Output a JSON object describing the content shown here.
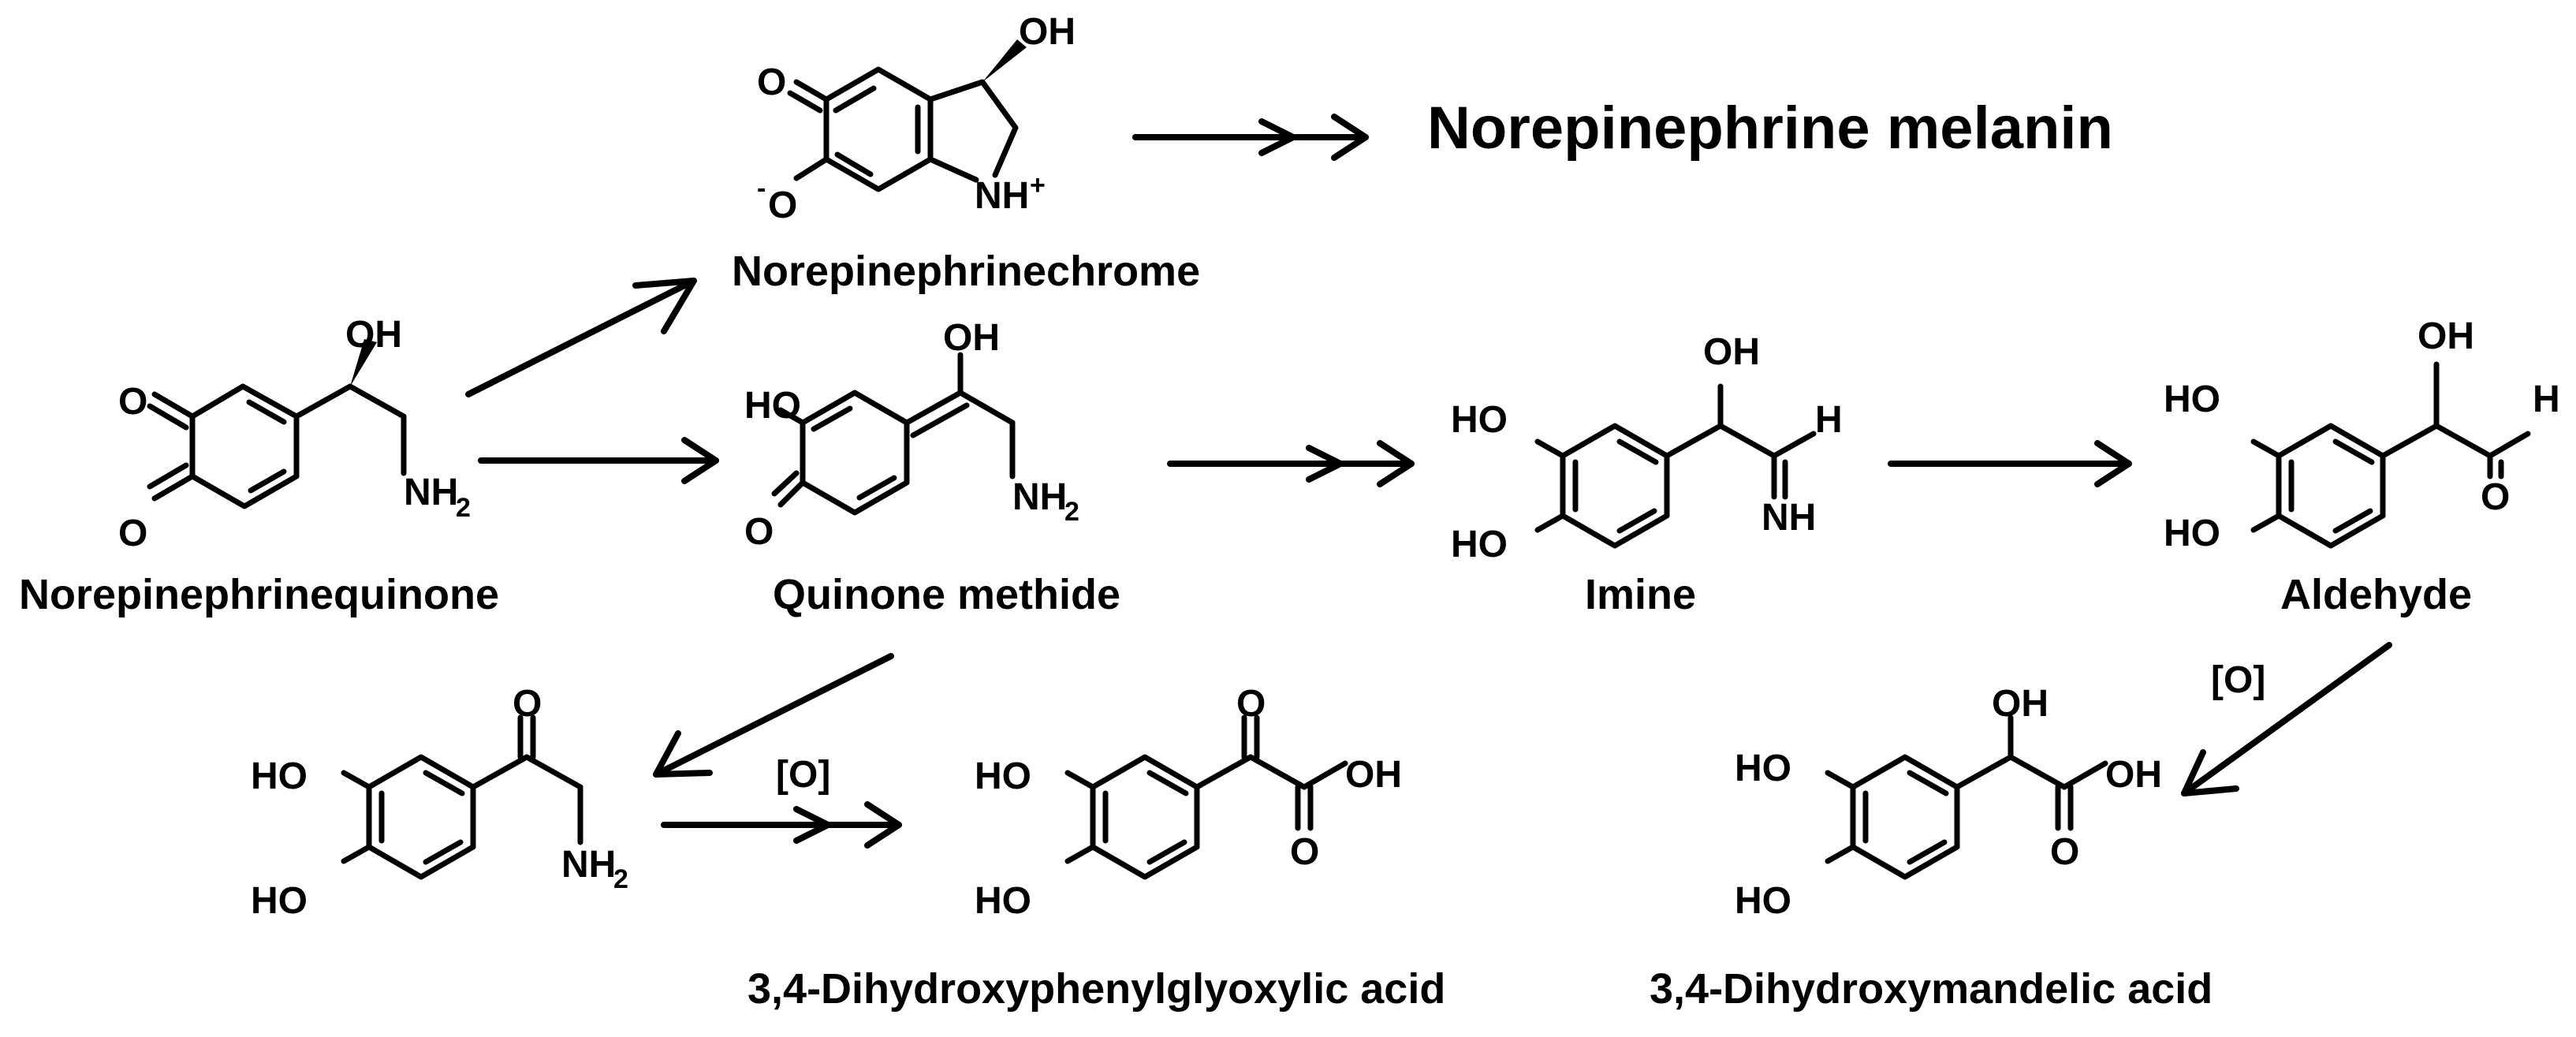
{
  "compounds": {
    "norepinephrinequinone": {
      "name": "Norepinephrinequinone",
      "atoms": {
        "o_top": "O",
        "o_bottom": "O",
        "oh": "OH",
        "nh2": "NH",
        "nh2_sub": "2"
      }
    },
    "norepinephrinechrome": {
      "name": "Norepinephrinechrome",
      "atoms": {
        "o_keto": "O",
        "o_minus": "O",
        "minus": "-",
        "oh": "OH",
        "nh_plus": "NH",
        "plus": "+"
      }
    },
    "norepinephrine_melanin": {
      "name": "Norepinephrine melanin"
    },
    "quinone_methide": {
      "name": "Quinone methide",
      "atoms": {
        "ho": "HO",
        "o": "O",
        "oh": "OH",
        "nh2": "NH",
        "nh2_sub": "2"
      }
    },
    "imine": {
      "name": "Imine",
      "atoms": {
        "ho_top": "HO",
        "ho_bottom": "HO",
        "oh": "OH",
        "h": "H",
        "nh": "NH"
      }
    },
    "aldehyde": {
      "name": "Aldehyde",
      "atoms": {
        "ho_top": "HO",
        "ho_bottom": "HO",
        "oh": "OH",
        "h": "H",
        "o": "O"
      }
    },
    "aminoketone": {
      "name": "",
      "atoms": {
        "ho_top": "HO",
        "ho_bottom": "HO",
        "o": "O",
        "nh2": "NH",
        "nh2_sub": "2"
      }
    },
    "glyoxylic_acid": {
      "name": "3,4-Dihydroxyphenylglyoxylic acid",
      "atoms": {
        "ho_top": "HO",
        "ho_bottom": "HO",
        "o_keto": "O",
        "oh": "OH",
        "o_acid": "O"
      }
    },
    "mandelic_acid": {
      "name": "3,4-Dihydroxymandelic acid",
      "atoms": {
        "ho_top": "HO",
        "ho_bottom": "HO",
        "oh_alpha": "OH",
        "oh_acid": "OH",
        "o_acid": "O"
      }
    }
  },
  "conditions": {
    "oxidation_bottom": "[O]",
    "oxidation_right": "[O]"
  }
}
